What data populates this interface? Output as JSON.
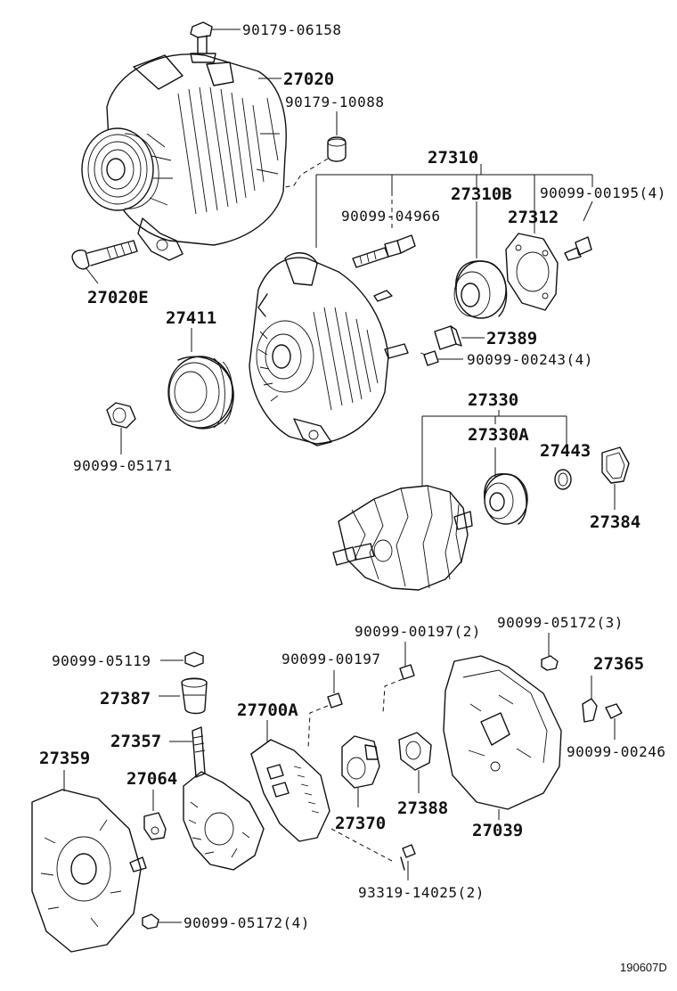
{
  "figure_ref": "190607D",
  "parts": {
    "p_90179_06158": "90179-06158",
    "p_27020": "27020",
    "p_90179_10088": "90179-10088",
    "p_27310": "27310",
    "p_27310B": "27310B",
    "p_90099_00195": "90099-00195(4)",
    "p_90099_04966": "90099-04966",
    "p_27312": "27312",
    "p_27020E": "27020E",
    "p_27411": "27411",
    "p_27389": "27389",
    "p_90099_00243": "90099-00243(4)",
    "p_27330": "27330",
    "p_27330A": "27330A",
    "p_27443": "27443",
    "p_27384": "27384",
    "p_90099_05171": "90099-05171",
    "p_90099_00197_2": "90099-00197(2)",
    "p_90099_05172_3": "90099-05172(3)",
    "p_90099_05119": "90099-05119",
    "p_90099_00197": "90099-00197",
    "p_27365": "27365",
    "p_27387": "27387",
    "p_27700A": "27700A",
    "p_27357": "27357",
    "p_90099_00246": "90099-00246",
    "p_27359": "27359",
    "p_27064": "27064",
    "p_27370": "27370",
    "p_27388": "27388",
    "p_27039": "27039",
    "p_93319_14025": "93319-14025(2)",
    "p_90099_05172_4": "90099-05172(4)"
  }
}
